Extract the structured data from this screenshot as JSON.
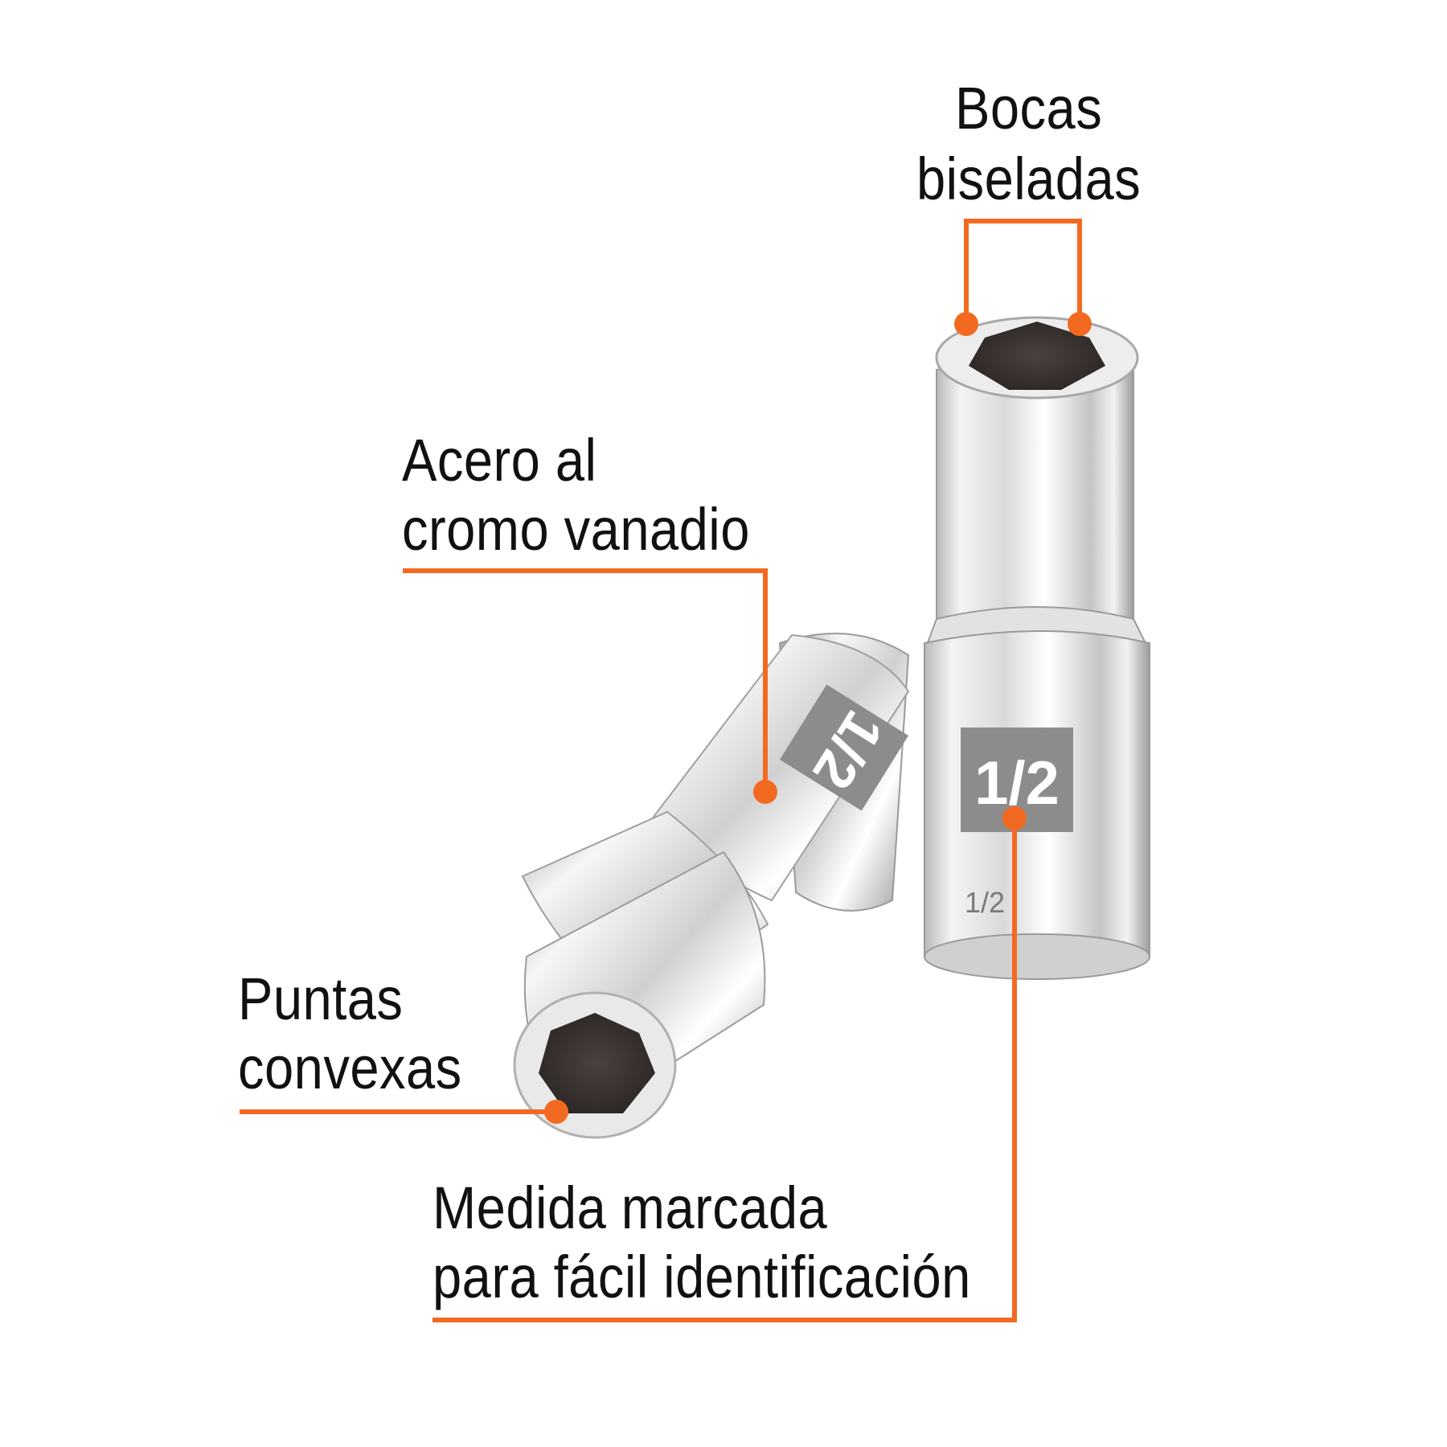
{
  "accent_color": "#F26A21",
  "callouts": {
    "bocas": {
      "line1": "Bocas",
      "line2": "biseladas"
    },
    "acero": {
      "line1": "Acero al",
      "line2": "cromo vanadio"
    },
    "puntas": {
      "line1": "Puntas",
      "line2": "convexas"
    },
    "medida": {
      "line1": "Medida marcada",
      "line2": "para fácil identificación"
    }
  },
  "sockets": {
    "upright": {
      "size_marking": "1/2",
      "engraving": "1/2"
    },
    "lying": {
      "size_marking": "1/2"
    }
  },
  "icons": [
    "leader-dot",
    "leader-line"
  ]
}
